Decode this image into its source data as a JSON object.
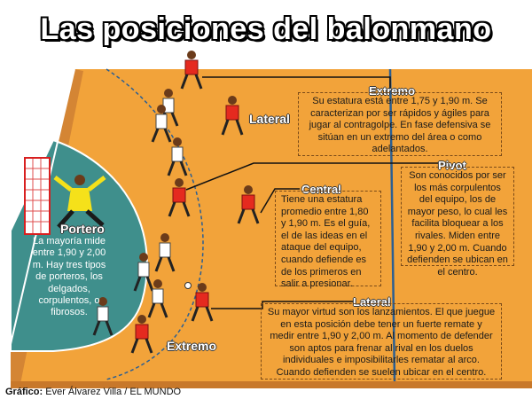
{
  "title": "Las posiciones del balonmano",
  "credit": {
    "label": "Gráfico:",
    "author": "Ever Álvarez Villa / EL MUNDO"
  },
  "positions": {
    "extremo": {
      "label": "Extremo",
      "text": "Su estatura está entre 1,75 y 1,90 m. Se caracterizan por ser rápidos y ágiles para jugar al contragolpe. En fase defensiva se sitúan en un extremo del área o como adelantados."
    },
    "pivot": {
      "label": "Pivot",
      "text": "Son conocidos por ser los más corpulentos del equipo, los de mayor peso, lo cual les facilita bloquear a los rivales. Miden entre 1,90 y 2,00 m. Cuando defienden se ubican en el centro."
    },
    "central": {
      "label": "Central",
      "text": "Tiene una estatura promedio entre 1,80 y 1,90 m. Es el guía, el de las ideas en el ataque del equipo, cuando defiende es de los primeros en salir a presionar."
    },
    "lateral": {
      "label": "Lateral",
      "text": "Su mayor virtud son los lanzamientos. El que juegue en esta posición debe tener un fuerte remate y medir entre 1,90 y 2,00 m. Al momento de defender son aptos para frenar al rival en los duelos individuales e imposibilitarles rematar al arco. Cuando defienden se suelen ubicar en el centro."
    },
    "portero": {
      "label": "Portero",
      "text": "La mayoría mide entre 1,90 y 2,00 m. Hay tres tipos de porteros, los delgados, corpulentos, o fibrosos."
    },
    "lateral_field_label": "Lateral",
    "extremo_field_label": "Extremo"
  },
  "colors": {
    "court": "#f2a33a",
    "court_edge": "#c8782a",
    "goal_area": "#3f8f8c",
    "line_blue": "#2b5f93",
    "team_red": "#e52a1f",
    "team_white": "#ffffff",
    "goalkeeper": "#f5e11a"
  }
}
